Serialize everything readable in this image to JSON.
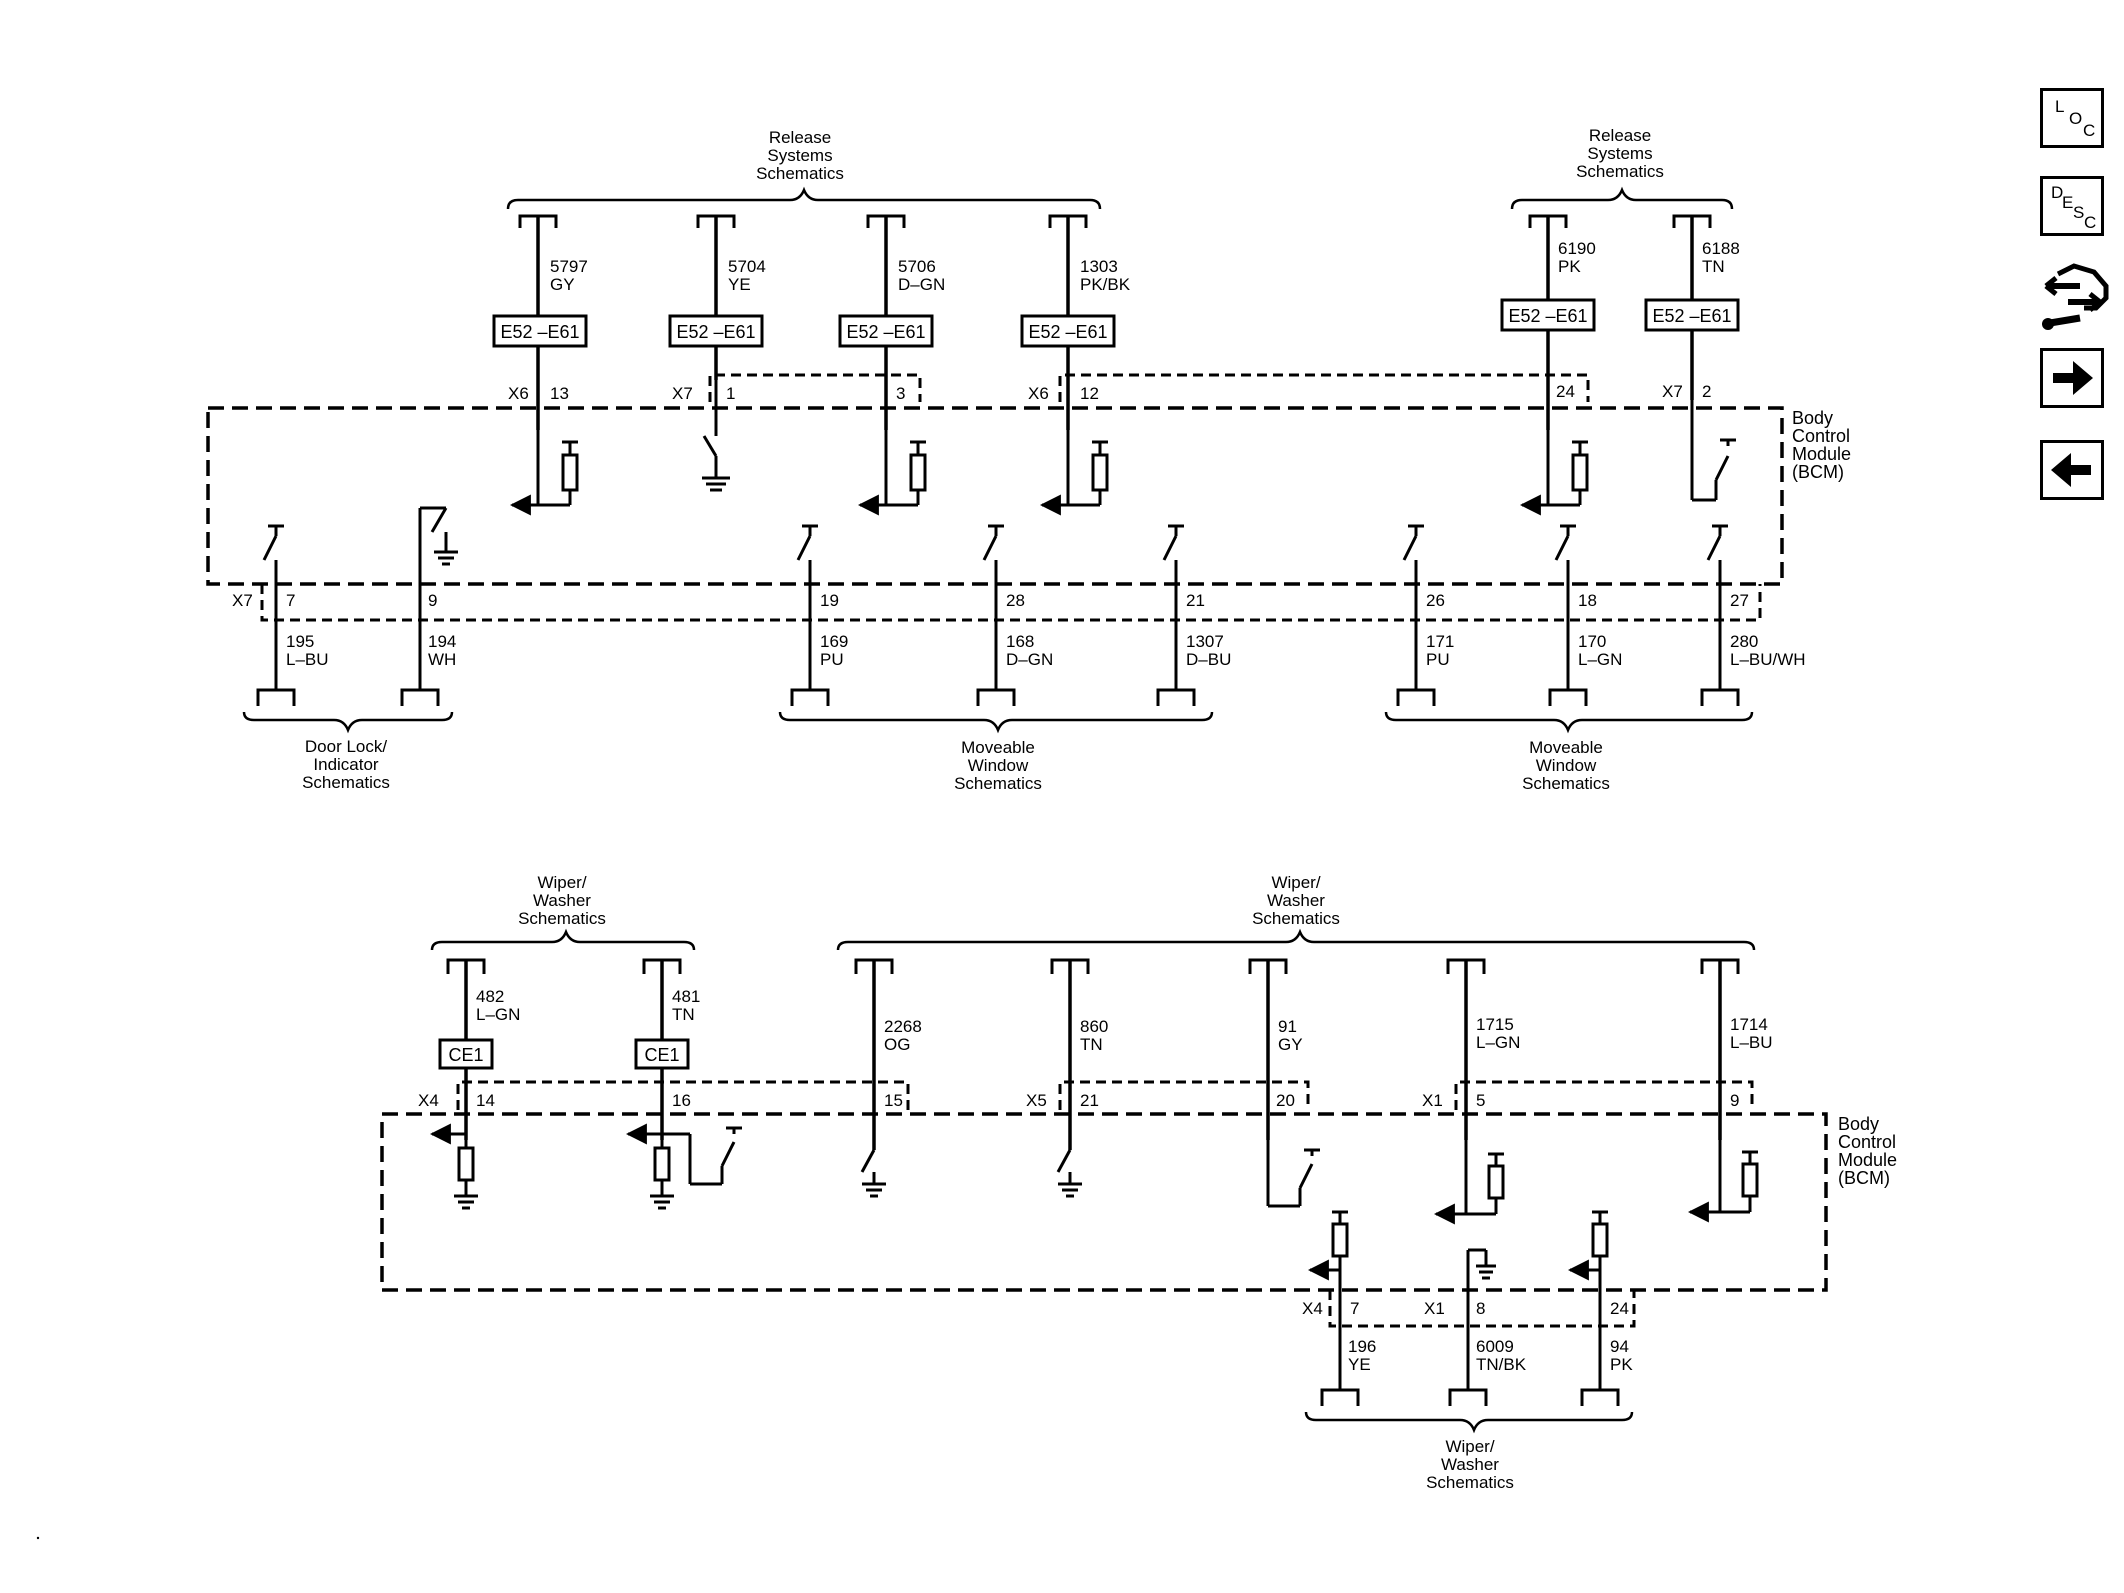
{
  "toolbar": {
    "loc": {
      "l": "L",
      "o": "O",
      "c": "C"
    },
    "desc": {
      "d": "D",
      "e": "E",
      "s": "S",
      "c": "C"
    }
  },
  "top": {
    "hdr_left": [
      "Release",
      "Systems",
      "Schematics"
    ],
    "hdr_right": [
      "Release",
      "Systems",
      "Schematics"
    ],
    "module": [
      "Body",
      "Control",
      "Module",
      "(BCM)"
    ],
    "wires_top": [
      {
        "circuit": "5797",
        "color": "GY",
        "box": "E52 –E61",
        "conn": "X6",
        "pin": "13"
      },
      {
        "circuit": "5704",
        "color": "YE",
        "box": "E52 –E61",
        "conn": "X7",
        "pin": "1"
      },
      {
        "circuit": "5706",
        "color": "D–GN",
        "box": "E52 –E61",
        "conn": "",
        "pin": "3"
      },
      {
        "circuit": "1303",
        "color": "PK/BK",
        "box": "E52 –E61",
        "conn": "X6",
        "pin": "12"
      },
      {
        "circuit": "6190",
        "color": "PK",
        "box": "E52 –E61",
        "conn": "",
        "pin": "24"
      },
      {
        "circuit": "6188",
        "color": "TN",
        "box": "E52 –E61",
        "conn": "X7",
        "pin": "2"
      }
    ],
    "wires_bottom": [
      {
        "conn": "X7",
        "pin": "7",
        "circuit": "195",
        "color": "L–BU"
      },
      {
        "pin": "9",
        "circuit": "194",
        "color": "WH"
      },
      {
        "pin": "19",
        "circuit": "169",
        "color": "PU"
      },
      {
        "pin": "28",
        "circuit": "168",
        "color": "D–GN"
      },
      {
        "pin": "21",
        "circuit": "1307",
        "color": "D–BU"
      },
      {
        "pin": "26",
        "circuit": "171",
        "color": "PU"
      },
      {
        "pin": "18",
        "circuit": "170",
        "color": "L–GN"
      },
      {
        "pin": "27",
        "circuit": "280",
        "color": "L–BU/WH"
      }
    ],
    "ftr_doorlock": [
      "Door Lock/",
      "Indicator",
      "Schematics"
    ],
    "ftr_window1": [
      "Moveable",
      "Window",
      "Schematics"
    ],
    "ftr_window2": [
      "Moveable",
      "Window",
      "Schematics"
    ]
  },
  "bottom": {
    "hdr_left": [
      "Wiper/",
      "Washer",
      "Schematics"
    ],
    "hdr_right": [
      "Wiper/",
      "Washer",
      "Schematics"
    ],
    "module": [
      "Body",
      "Control",
      "Module",
      "(BCM)"
    ],
    "wires_top": [
      {
        "circuit": "482",
        "color": "L–GN",
        "box": "CE1",
        "conn": "X4",
        "pin": "14"
      },
      {
        "circuit": "481",
        "color": "TN",
        "box": "CE1",
        "pin": "16"
      },
      {
        "circuit": "2268",
        "color": "OG",
        "pin": "15"
      },
      {
        "circuit": "860",
        "color": "TN",
        "conn": "X5",
        "pin": "21"
      },
      {
        "circuit": "91",
        "color": "GY",
        "pin": "20"
      },
      {
        "circuit": "1715",
        "color": "L–GN",
        "conn": "X1",
        "pin": "5"
      },
      {
        "circuit": "1714",
        "color": "L–BU",
        "pin": "9"
      }
    ],
    "wires_bottom": [
      {
        "conn": "X4",
        "pin": "7",
        "circuit": "196",
        "color": "YE"
      },
      {
        "conn": "X1",
        "pin": "8",
        "circuit": "6009",
        "color": "TN/BK"
      },
      {
        "pin": "24",
        "circuit": "94",
        "color": "PK"
      }
    ],
    "ftr": [
      "Wiper/",
      "Washer",
      "Schematics"
    ]
  }
}
